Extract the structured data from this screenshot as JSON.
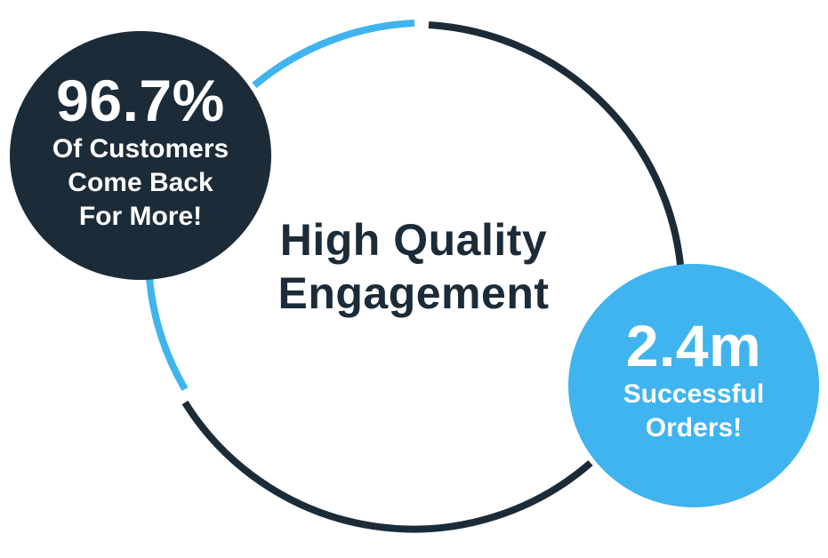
{
  "title": "High Quality\nEngagement",
  "stats": [
    {
      "value": "96.7%",
      "caption": "Of Customers\nCome Back\nFor More!"
    },
    {
      "value": "2.4m",
      "caption": "Successful\nOrders!"
    }
  ],
  "colors": {
    "navy": "#1c2b38",
    "sky": "#3fb4ee",
    "background": "#ffffff"
  }
}
